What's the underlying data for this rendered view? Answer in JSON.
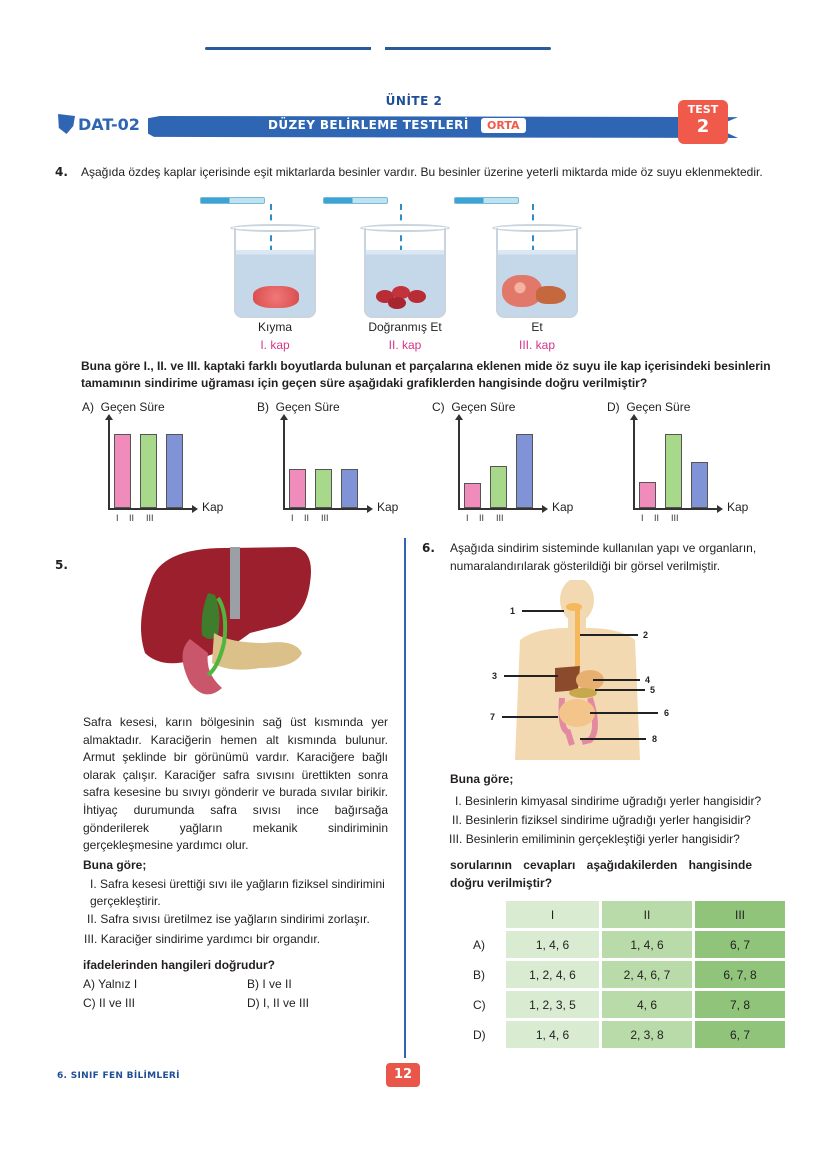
{
  "header": {
    "unit": "ÜNİTE 2",
    "code": "DAT-02",
    "section_title": "DÜZEY BELİRLEME TESTLERİ",
    "level": "ORTA",
    "test_label": "TEST",
    "test_number": "2",
    "accent": "#2f66b3",
    "badge_color": "#ef5a4b"
  },
  "q4": {
    "number": "4.",
    "intro": "Aşağıda özdeş kaplar içerisinde eşit miktarlarda besinler vardır. Bu besinler üzerine yeterli miktarda mide öz suyu eklenmektedir.",
    "containers": [
      {
        "food": "Kıyma",
        "label": "I. kap"
      },
      {
        "food": "Doğranmış Et",
        "label": "II. kap"
      },
      {
        "food": "Et",
        "label": "III. kap"
      }
    ],
    "question": "Buna göre I., II. ve III. kaptaki farklı boyutlarda bulunan et parçalarına eklenen mide öz suyu ile kap içerisindeki besinlerin tamamının sindirime uğraması için geçen süre aşağıdaki grafiklerden hangisinde doğru verilmiştir?",
    "options": [
      {
        "letter": "A)",
        "ylabel": "Geçen Süre",
        "xlabel": "Kap"
      },
      {
        "letter": "B)",
        "ylabel": "Geçen Süre",
        "xlabel": "Kap"
      },
      {
        "letter": "C)",
        "ylabel": "Geçen Süre",
        "xlabel": "Kap"
      },
      {
        "letter": "D)",
        "ylabel": "Geçen Süre",
        "xlabel": "Kap"
      }
    ],
    "ticks": [
      "I",
      "II",
      "III"
    ],
    "bar_colors": [
      "#f08cbb",
      "#a8d88a",
      "#7f93d6"
    ]
  },
  "chart_data": [
    {
      "type": "bar",
      "title": "A)",
      "categories": [
        "I",
        "II",
        "III"
      ],
      "values": [
        3,
        3,
        3
      ],
      "xlabel": "Kap",
      "ylabel": "Geçen Süre"
    },
    {
      "type": "bar",
      "title": "B)",
      "categories": [
        "I",
        "II",
        "III"
      ],
      "values": [
        1.6,
        1.6,
        1.6
      ],
      "xlabel": "Kap",
      "ylabel": "Geçen Süre"
    },
    {
      "type": "bar",
      "title": "C)",
      "categories": [
        "I",
        "II",
        "III"
      ],
      "values": [
        1,
        1.7,
        3
      ],
      "xlabel": "Kap",
      "ylabel": "Geçen Süre"
    },
    {
      "type": "bar",
      "title": "D)",
      "categories": [
        "I",
        "II",
        "III"
      ],
      "values": [
        1,
        3,
        1.9
      ],
      "xlabel": "Kap",
      "ylabel": "Geçen Süre"
    }
  ],
  "q5": {
    "number": "5.",
    "passage": "Safra kesesi, karın bölgesinin sağ üst kısmında yer almaktadır. Karaciğerin hemen alt kısmında bulunur. Armut şeklinde bir görünümü vardır. Karaciğere bağlı olarak çalışır. Karaciğer safra sıvısını ürettikten sonra safra kesesine bu sıvıyı gönderir ve burada sıvılar birikir. İhtiyaç durumunda safra sıvısı ince bağırsağa gönderilerek yağların mekanik sindiriminin gerçekleşmesine yardımcı olur.",
    "lead": "Buna göre;",
    "statements": [
      {
        "num": "I.",
        "text": "Safra kesesi ürettiği sıvı ile yağların fiziksel sindirimini gerçekleştirir."
      },
      {
        "num": "II.",
        "text": "Safra sıvısı üretilmez ise yağların sindirimi zorlaşır."
      },
      {
        "num": "III.",
        "text": "Karaciğer sindirime yardımcı bir organdır."
      }
    ],
    "question": "ifadelerinden hangileri doğrudur?",
    "options": [
      "A)  Yalnız I",
      "B) I ve II",
      "C)  II ve III",
      "D) I, II ve III"
    ]
  },
  "q6": {
    "number": "6.",
    "intro": "Aşağıda sindirim sisteminde kullanılan yapı ve organların, numaralandırılarak gösterildiği bir görsel verilmiştir.",
    "figure_labels": [
      "1",
      "2",
      "3",
      "4",
      "5",
      "6",
      "7",
      "8"
    ],
    "lead": "Buna göre;",
    "statements": [
      {
        "num": "I.",
        "text": "Besinlerin kimyasal sindirime uğradığı yerler hangisidir?"
      },
      {
        "num": "II.",
        "text": "Besinlerin fiziksel sindirime uğradığı yerler hangisidir?"
      },
      {
        "num": "III.",
        "text": "Besinlerin emiliminin gerçekleştiği yerler hangisidir?"
      }
    ],
    "question": "sorularının cevapları aşağıdakilerden hangisinde doğru verilmiştir?",
    "table": {
      "headers": [
        "",
        "I",
        "II",
        "III"
      ],
      "rows": [
        [
          "A)",
          "1, 4, 6",
          "1, 4, 6",
          "6, 7"
        ],
        [
          "B)",
          "1, 2, 4, 6",
          "2, 4, 6, 7",
          "6, 7, 8"
        ],
        [
          "C)",
          "1, 2, 3, 5",
          "4, 6",
          "7, 8"
        ],
        [
          "D)",
          "1, 4, 6",
          "2, 3, 8",
          "6, 7"
        ]
      ]
    }
  },
  "footer": {
    "subject": "6. SINIF FEN BİLİMLERİ",
    "page": "12"
  }
}
